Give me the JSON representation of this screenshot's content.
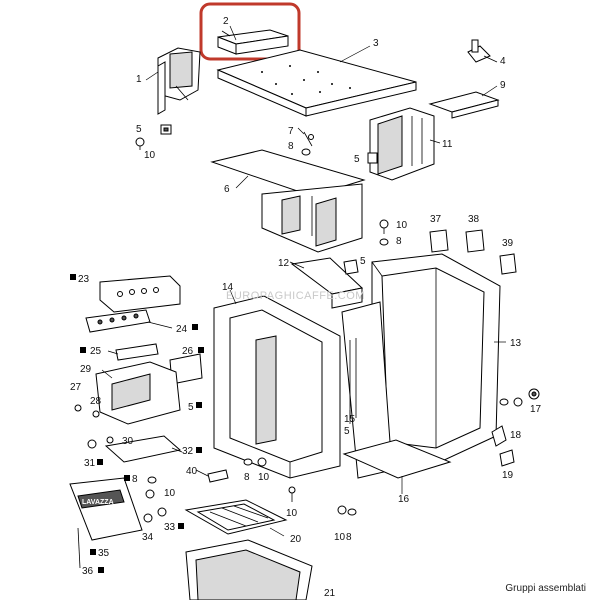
{
  "diagram": {
    "watermark": "EUROPAGHICAFFE.COM",
    "caption": "Gruppi assemblati",
    "brand_text": "LAVAZZA",
    "highlight_color": "#c0392b",
    "highlighted_part": "2",
    "labels": {
      "p1": "1",
      "p2": "2",
      "p3": "3",
      "p4": "4",
      "p5a": "5",
      "p5b": "5",
      "p5c": "5",
      "p5d": "5",
      "p5e": "5",
      "p6": "6",
      "p7": "7",
      "p8a": "8",
      "p8b": "8",
      "p8c": "8",
      "p8d": "8",
      "p8e": "8",
      "p9": "9",
      "p10a": "10",
      "p10b": "10",
      "p10c": "10",
      "p10d": "10",
      "p10e": "10",
      "p10f": "10",
      "p11": "11",
      "p12": "12",
      "p13": "13",
      "p14": "14",
      "p15": "15",
      "p16": "16",
      "p17": "17",
      "p18": "18",
      "p19": "19",
      "p20": "20",
      "p21": "21",
      "p23": "23",
      "p24": "24",
      "p25": "25",
      "p26": "26",
      "p27": "27",
      "p28": "28",
      "p29": "29",
      "p30": "30",
      "p31": "31",
      "p32": "32",
      "p33": "33",
      "p34": "34",
      "p35": "35",
      "p36": "36",
      "p37": "37",
      "p38": "38",
      "p39": "39",
      "p40": "40"
    }
  }
}
